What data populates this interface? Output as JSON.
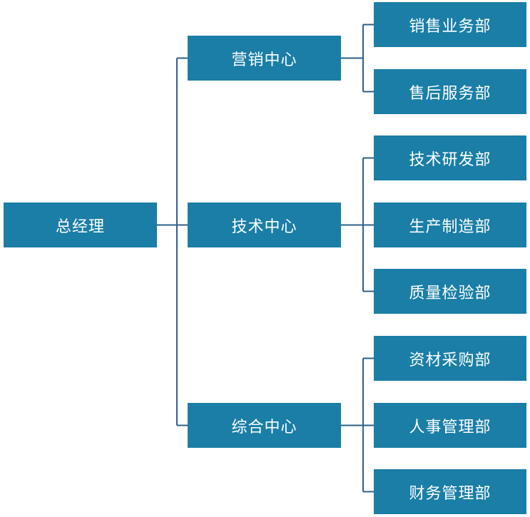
{
  "colors": {
    "box_fill": "#1a7ea6",
    "line": "#2e5f8a",
    "text": "#ffffff"
  },
  "org_chart": {
    "root": {
      "label": "总经理",
      "children": [
        {
          "label": "营销中心",
          "children": [
            {
              "label": "销售业务部"
            },
            {
              "label": "售后服务部"
            }
          ]
        },
        {
          "label": "技术中心",
          "children": [
            {
              "label": "技术研发部"
            },
            {
              "label": "生产制造部"
            },
            {
              "label": "质量检验部"
            }
          ]
        },
        {
          "label": "综合中心",
          "children": [
            {
              "label": "资材采购部"
            },
            {
              "label": "人事管理部"
            },
            {
              "label": "财务管理部"
            }
          ]
        }
      ]
    }
  }
}
